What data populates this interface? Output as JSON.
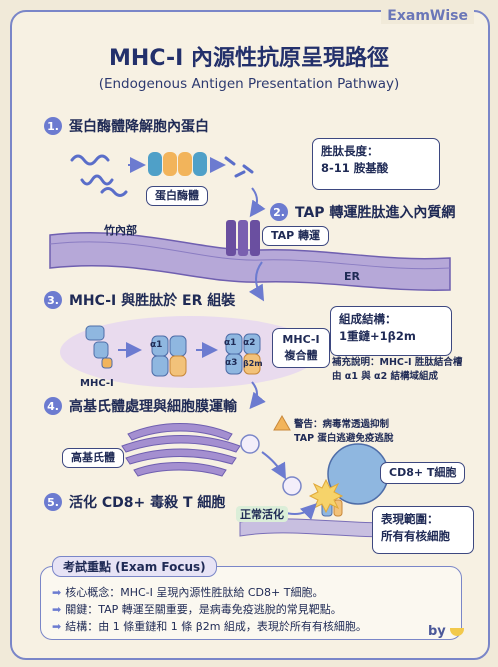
{
  "brand": "ExamWise",
  "title": "MHC-I 內源性抗原呈現路徑",
  "subtitle": "(Endogenous Antigen Presentation Pathway)",
  "steps": [
    {
      "num": "1.",
      "label": "蛋白酶體降解胞內蛋白"
    },
    {
      "num": "2.",
      "label": "TAP 轉運胜肽進入內質網"
    },
    {
      "num": "3.",
      "label": "MHC-I 與胜肽於 ER 組裝"
    },
    {
      "num": "4.",
      "label": "高基氏體處理與細胞膜運輸"
    },
    {
      "num": "5.",
      "label": "活化 CD8+ 毒殺 T 細胞"
    }
  ],
  "peptide_box": {
    "line1": "胜肽長度：",
    "line2": "8-11 胺基酸"
  },
  "labels": {
    "proteasome": "蛋白酶體",
    "cytosol": "竹內部",
    "tap": "TAP 轉運",
    "er": "ER",
    "mhc_i": "MHC-I",
    "mhc_complex_1": "MHC-I",
    "mhc_complex_2": "複合體",
    "golgi": "高基氏體",
    "normal_activation": "正常活化",
    "cd8": "CD8+ T細胞",
    "alpha1": "α1",
    "alpha2": "α2",
    "alpha3": "α3",
    "b2m": "β2m"
  },
  "composition_box": {
    "line1": "組成結構：",
    "line2": "1重鏈+1β2m"
  },
  "note": {
    "line1": "補充說明：MHC-I 胜肽結合槽",
    "line2": "由 α1 與 α2 結構域組成"
  },
  "warning": {
    "icon": "!",
    "line1": "警告：病毒常透過抑制",
    "line2": "TAP 蛋白逃避免疫逃脫"
  },
  "expression_box": {
    "line1": "表現範圍：",
    "line2": "所有有核細胞"
  },
  "exam_focus": {
    "title": "考試重點 (Exam Focus)",
    "items": [
      "核心概念：MHC-I 呈現內源性胜肽給 CD8+ T細胞。",
      "關鍵：TAP 轉運至關重要，是病毒免疫逃脫的常見靶點。",
      "結構：由 1 條重鏈和 1 條 β2m 組成，表現於所有有核細胞。"
    ]
  },
  "byline": "by"
}
